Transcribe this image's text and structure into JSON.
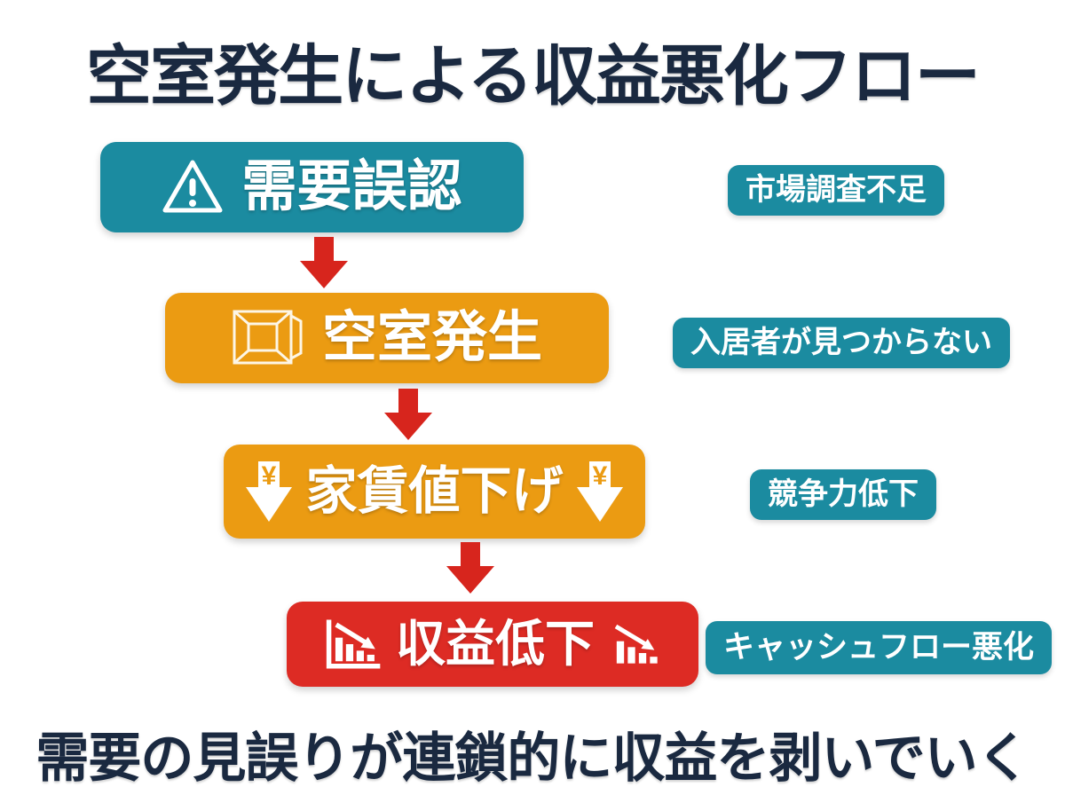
{
  "title": "空室発生による収益悪化フロー",
  "footer": "需要の見誤りが連鎖的に収益を剥いでいく",
  "flow": {
    "steps": [
      {
        "label": "需要誤認",
        "note": "市場調査不足",
        "icon": "warning-triangle",
        "color": "#1b8ba0"
      },
      {
        "label": "空室発生",
        "note": "入居者が見つからない",
        "icon": "empty-room",
        "color": "#eb9b12"
      },
      {
        "label": "家賃値下げ",
        "note": "競争力低下",
        "icon": "yen-down-arrow",
        "color": "#eb9b12"
      },
      {
        "label": "収益低下",
        "note": "キャッシュフロー悪化",
        "icon": "declining-chart",
        "color": "#dd2b24"
      }
    ],
    "connector": "down-arrow",
    "yen_symbol": "¥"
  },
  "colors": {
    "teal": "#1b8ba0",
    "orange": "#eb9b12",
    "red": "#dd2b24",
    "arrow_red": "#d7251d",
    "navy_text": "#1a2940",
    "background": "#ffffff"
  }
}
